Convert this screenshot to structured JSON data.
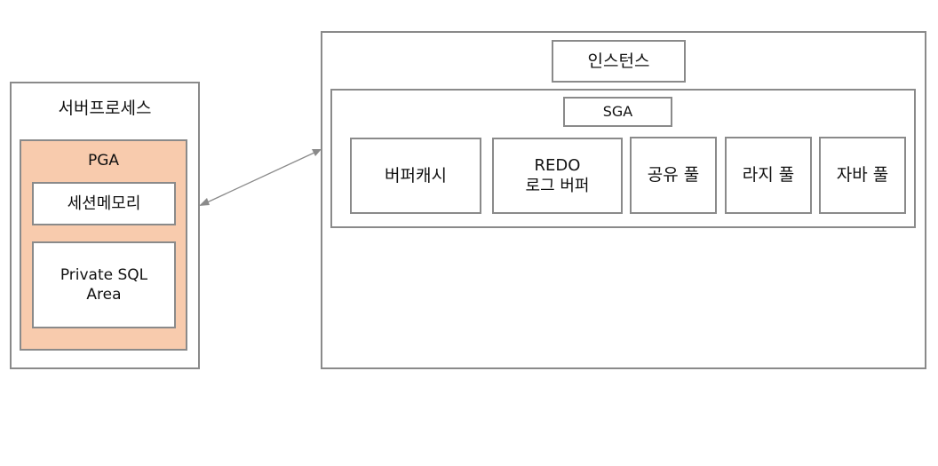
{
  "server_process": {
    "title": "서버프로세스",
    "pga": {
      "title": "PGA",
      "session_memory": "세션메모리",
      "private_sql_area": "Private SQL\nArea"
    }
  },
  "instance": {
    "title": "인스턴스",
    "sga": {
      "title": "SGA",
      "components": [
        "버퍼캐시",
        "REDO\n로그 버퍼",
        "공유 풀",
        "라지 풀",
        "자바 풀"
      ]
    }
  },
  "colors": {
    "pga_fill": "#f8cbad",
    "border": "#8a8a8a",
    "connector": "#8a8a8a"
  }
}
